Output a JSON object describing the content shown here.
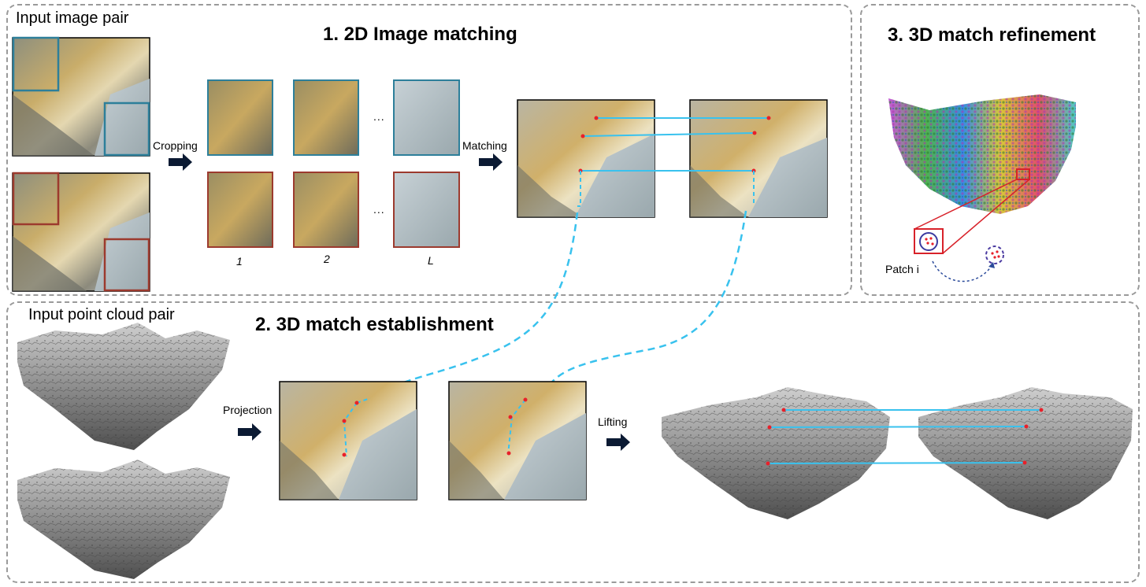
{
  "panels": {
    "matching_title": "1. 2D Image matching",
    "refinement_title": "3. 3D match refinement",
    "establishment_title": "2. 3D match establishment"
  },
  "labels": {
    "input_image_pair": "Input image pair",
    "input_point_cloud_pair": "Input point cloud pair",
    "cropping": "Cropping",
    "matching": "Matching",
    "projection": "Projection",
    "lifting": "Lifting",
    "patch": "Patch i"
  },
  "crops": {
    "index_1": "1",
    "index_2": "2",
    "index_L": "L",
    "ellipsis": "..."
  },
  "colors": {
    "source_box": "#2d7f9a",
    "target_box": "#9c3a2e",
    "match_line": "#39c2ee",
    "keypoint": "#e8202a",
    "arrow": "#0b1a33",
    "refine_box": "#d8222a"
  }
}
